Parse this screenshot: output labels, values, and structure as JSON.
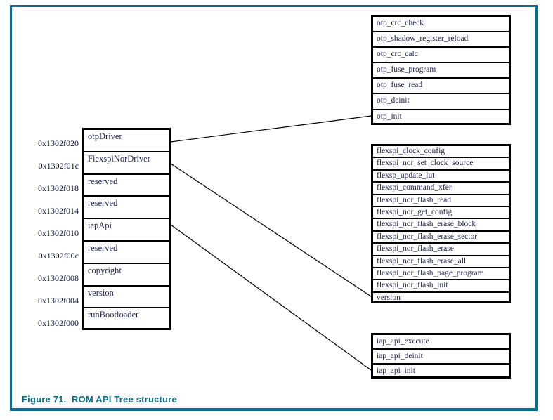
{
  "figure": {
    "caption": "Figure 71.  ROM API Tree structure",
    "accent_color": "#0a6e8a",
    "line_color": "#000000",
    "text_color": "#1f1f4a"
  },
  "api_tree": {
    "name": "ROM API Tree",
    "rows": [
      {
        "address": "0x1302f020",
        "label": "otpDriver"
      },
      {
        "address": "0x1302f01c",
        "label": "FlexspiNorDriver"
      },
      {
        "address": "0x1302f018",
        "label": "reserved"
      },
      {
        "address": "0x1302f014",
        "label": "reserved"
      },
      {
        "address": "0x1302f010",
        "label": "iapApi"
      },
      {
        "address": "0x1302f00c",
        "label": "reserved"
      },
      {
        "address": "0x1302f008",
        "label": "copyright"
      },
      {
        "address": "0x1302f004",
        "label": "version"
      },
      {
        "address": "0x1302f000",
        "label": "runBootloader"
      }
    ]
  },
  "otp_driver": {
    "name": "otpDriver",
    "rows": [
      "otp_crc_check",
      "otp_shadow_register_reload",
      "otp_crc_calc",
      "otp_fuse_program",
      "otp_fuse_read",
      "otp_deinit",
      "otp_init"
    ]
  },
  "flexspi_nor_driver": {
    "name": "FlexspiNorDriver",
    "rows": [
      "flexspi_clock_config",
      "flexspi_nor_set_clock_source",
      "flexsp_update_lut",
      "flexspi_command_xfer",
      "flexspi_nor_flash_read",
      "flexspi_nor_get_config",
      "flexspi_nor_flash_erase_block",
      "flexspi_nor_flash_erase_sector",
      "flexspi_nor_flash_erase",
      "flexspi_nor_flash_erase_all",
      "flexspi_nor_flash_page_program",
      "flexspi_nor_flash_init",
      "version"
    ]
  },
  "iap_api": {
    "name": "iapApi",
    "rows": [
      "iap_api_execute",
      "iap_api_deinit",
      "iap_api_init"
    ]
  },
  "connectors": [
    {
      "from": "otpDriver",
      "to": "otp_init"
    },
    {
      "from": "FlexspiNorDriver",
      "to": "version"
    },
    {
      "from": "iapApi",
      "to": "iap_api_init"
    }
  ]
}
